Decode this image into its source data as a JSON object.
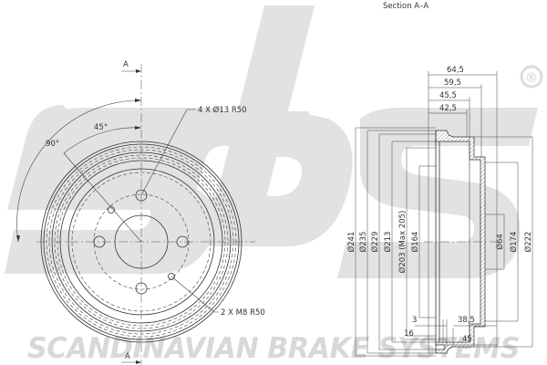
{
  "title": "Section  A–A",
  "brand": {
    "watermark_letters": "sbs",
    "registered_mark": "®",
    "tagline": "SCANDINAVIAN BRAKE SYSTEMS",
    "watermark_color": "#e2e2e2"
  },
  "front_view": {
    "section_marker_top": "A",
    "section_marker_bottom": "A",
    "angle_outer": "90°",
    "angle_inner": "45°",
    "callout_holes": "4  X  Ø13    R50",
    "callout_threads": "2  X  M8    R50"
  },
  "section_view": {
    "top_dims": [
      "64,5",
      "59,5",
      "45,5",
      "42,5"
    ],
    "diameters_left": [
      "Ø241",
      "Ø235",
      "Ø229",
      "Ø213",
      "Ø203  (Max  205)",
      "Ø164"
    ],
    "diameters_right": [
      "Ø64",
      "Ø174",
      "Ø222"
    ],
    "bottom_dims": {
      "d3": "3",
      "d16": "16",
      "d38_5": "38,5",
      "d45": "45"
    }
  }
}
